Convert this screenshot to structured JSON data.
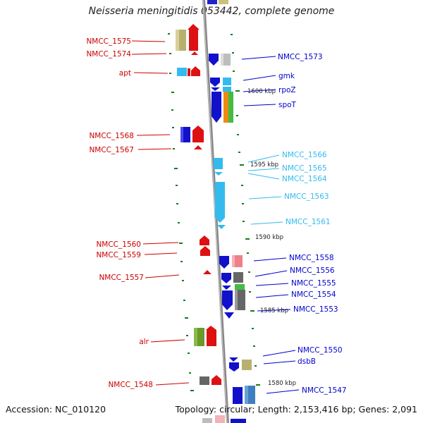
{
  "title": "Neisseria meningitidis 053442, complete genome",
  "footer": {
    "accession": "Accession: NC_010120",
    "topology": "Topology: circular; Length: 2,153,416 bp; Genes: 2,091"
  },
  "ruler_labels": [
    "1600 kbp",
    "1595 kbp",
    "1590 kbp",
    "1585 kbp",
    "1580 kbp"
  ],
  "left_genes": [
    "NMCC_1575",
    "NMCC_1574",
    "apt",
    "NMCC_1568",
    "NMCC_1567",
    "NMCC_1560",
    "NMCC_1559",
    "NMCC_1557",
    "alr",
    "NMCC_1548"
  ],
  "right_genes": [
    "NMCC_1573",
    "gmk",
    "rpoZ",
    "spoT",
    "NMCC_1566",
    "NMCC_1565",
    "NMCC_1564",
    "NMCC_1563",
    "NMCC_1561",
    "NMCC_1558",
    "NMCC_1556",
    "NMCC_1555",
    "NMCC_1554",
    "NMCC_1553",
    "NMCC_1550",
    "dsbB",
    "NMCC_1547"
  ],
  "colors": {
    "left_label": "#cc0000",
    "right_label": "#0000cc",
    "light_label": "#33bbee",
    "ruler_tick": "#1a7a1a",
    "backbone": "#999999"
  }
}
